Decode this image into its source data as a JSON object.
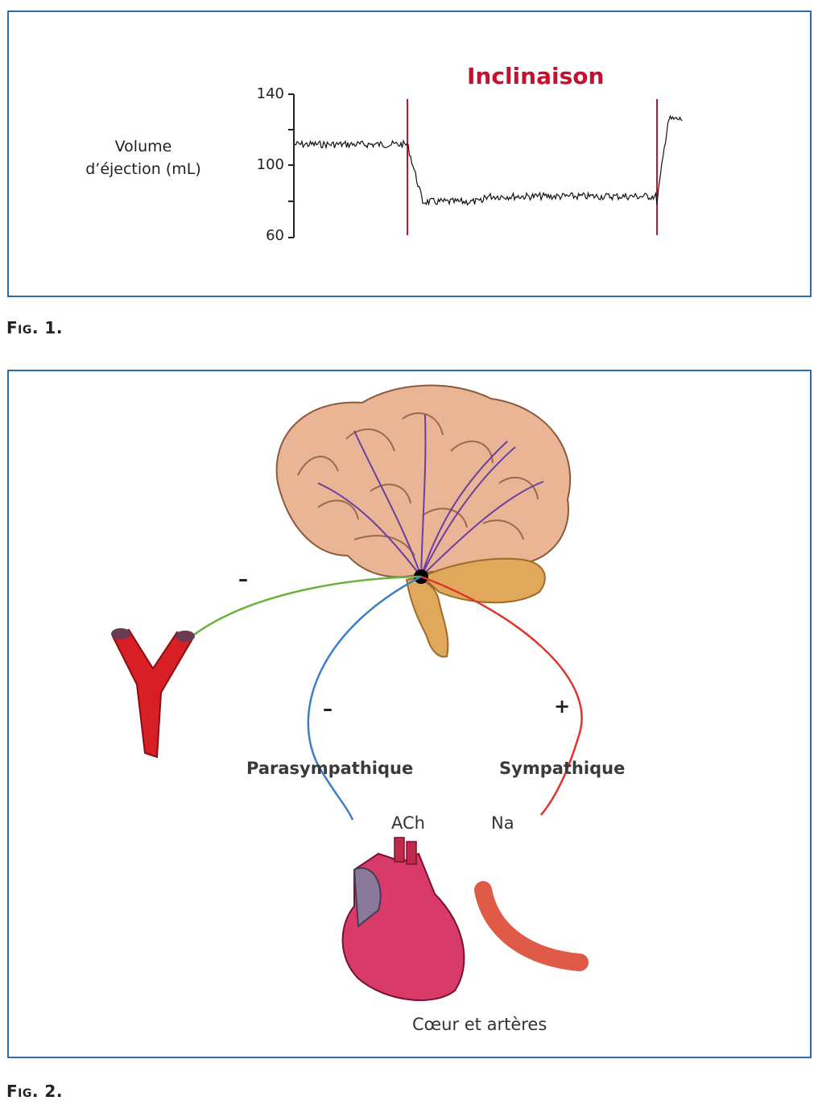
{
  "fig1": {
    "caption": "Fig. 1.",
    "ylabel_line1": "Volume",
    "ylabel_line2": "d’éjection (mL)",
    "ticks": [
      "140",
      "100",
      "60"
    ],
    "event_label": "Inclinaison",
    "event_color": "#c8102e",
    "trace_color": "#111111",
    "chart_data": {
      "type": "line",
      "ylabel": "Volume d’éjection (mL)",
      "ylim": [
        60,
        140
      ],
      "yticks": [
        140,
        100,
        60
      ],
      "annotation": "Inclinaison",
      "series": [
        {
          "segment": "baseline",
          "mean": 112
        },
        {
          "segment": "inclinaison",
          "mean": 80
        },
        {
          "segment": "recovery",
          "mean": 126
        }
      ]
    }
  },
  "fig2": {
    "caption": "Fig. 2.",
    "sign_vessel": "–",
    "sign_para": "–",
    "sign_symp": "+",
    "label_para": "Parasympathique",
    "label_symp": "Sympathique",
    "label_ach": "ACh",
    "label_na": "Na",
    "label_heart": "Cœur et artères",
    "colors": {
      "parasympathetic": "#3b7fc4",
      "sympathetic": "#e0342b",
      "vascular": "#6bb33f",
      "brain": "#e9b594",
      "cerebellum": "#e0a85a",
      "nerves": "#6a3fa0"
    }
  }
}
